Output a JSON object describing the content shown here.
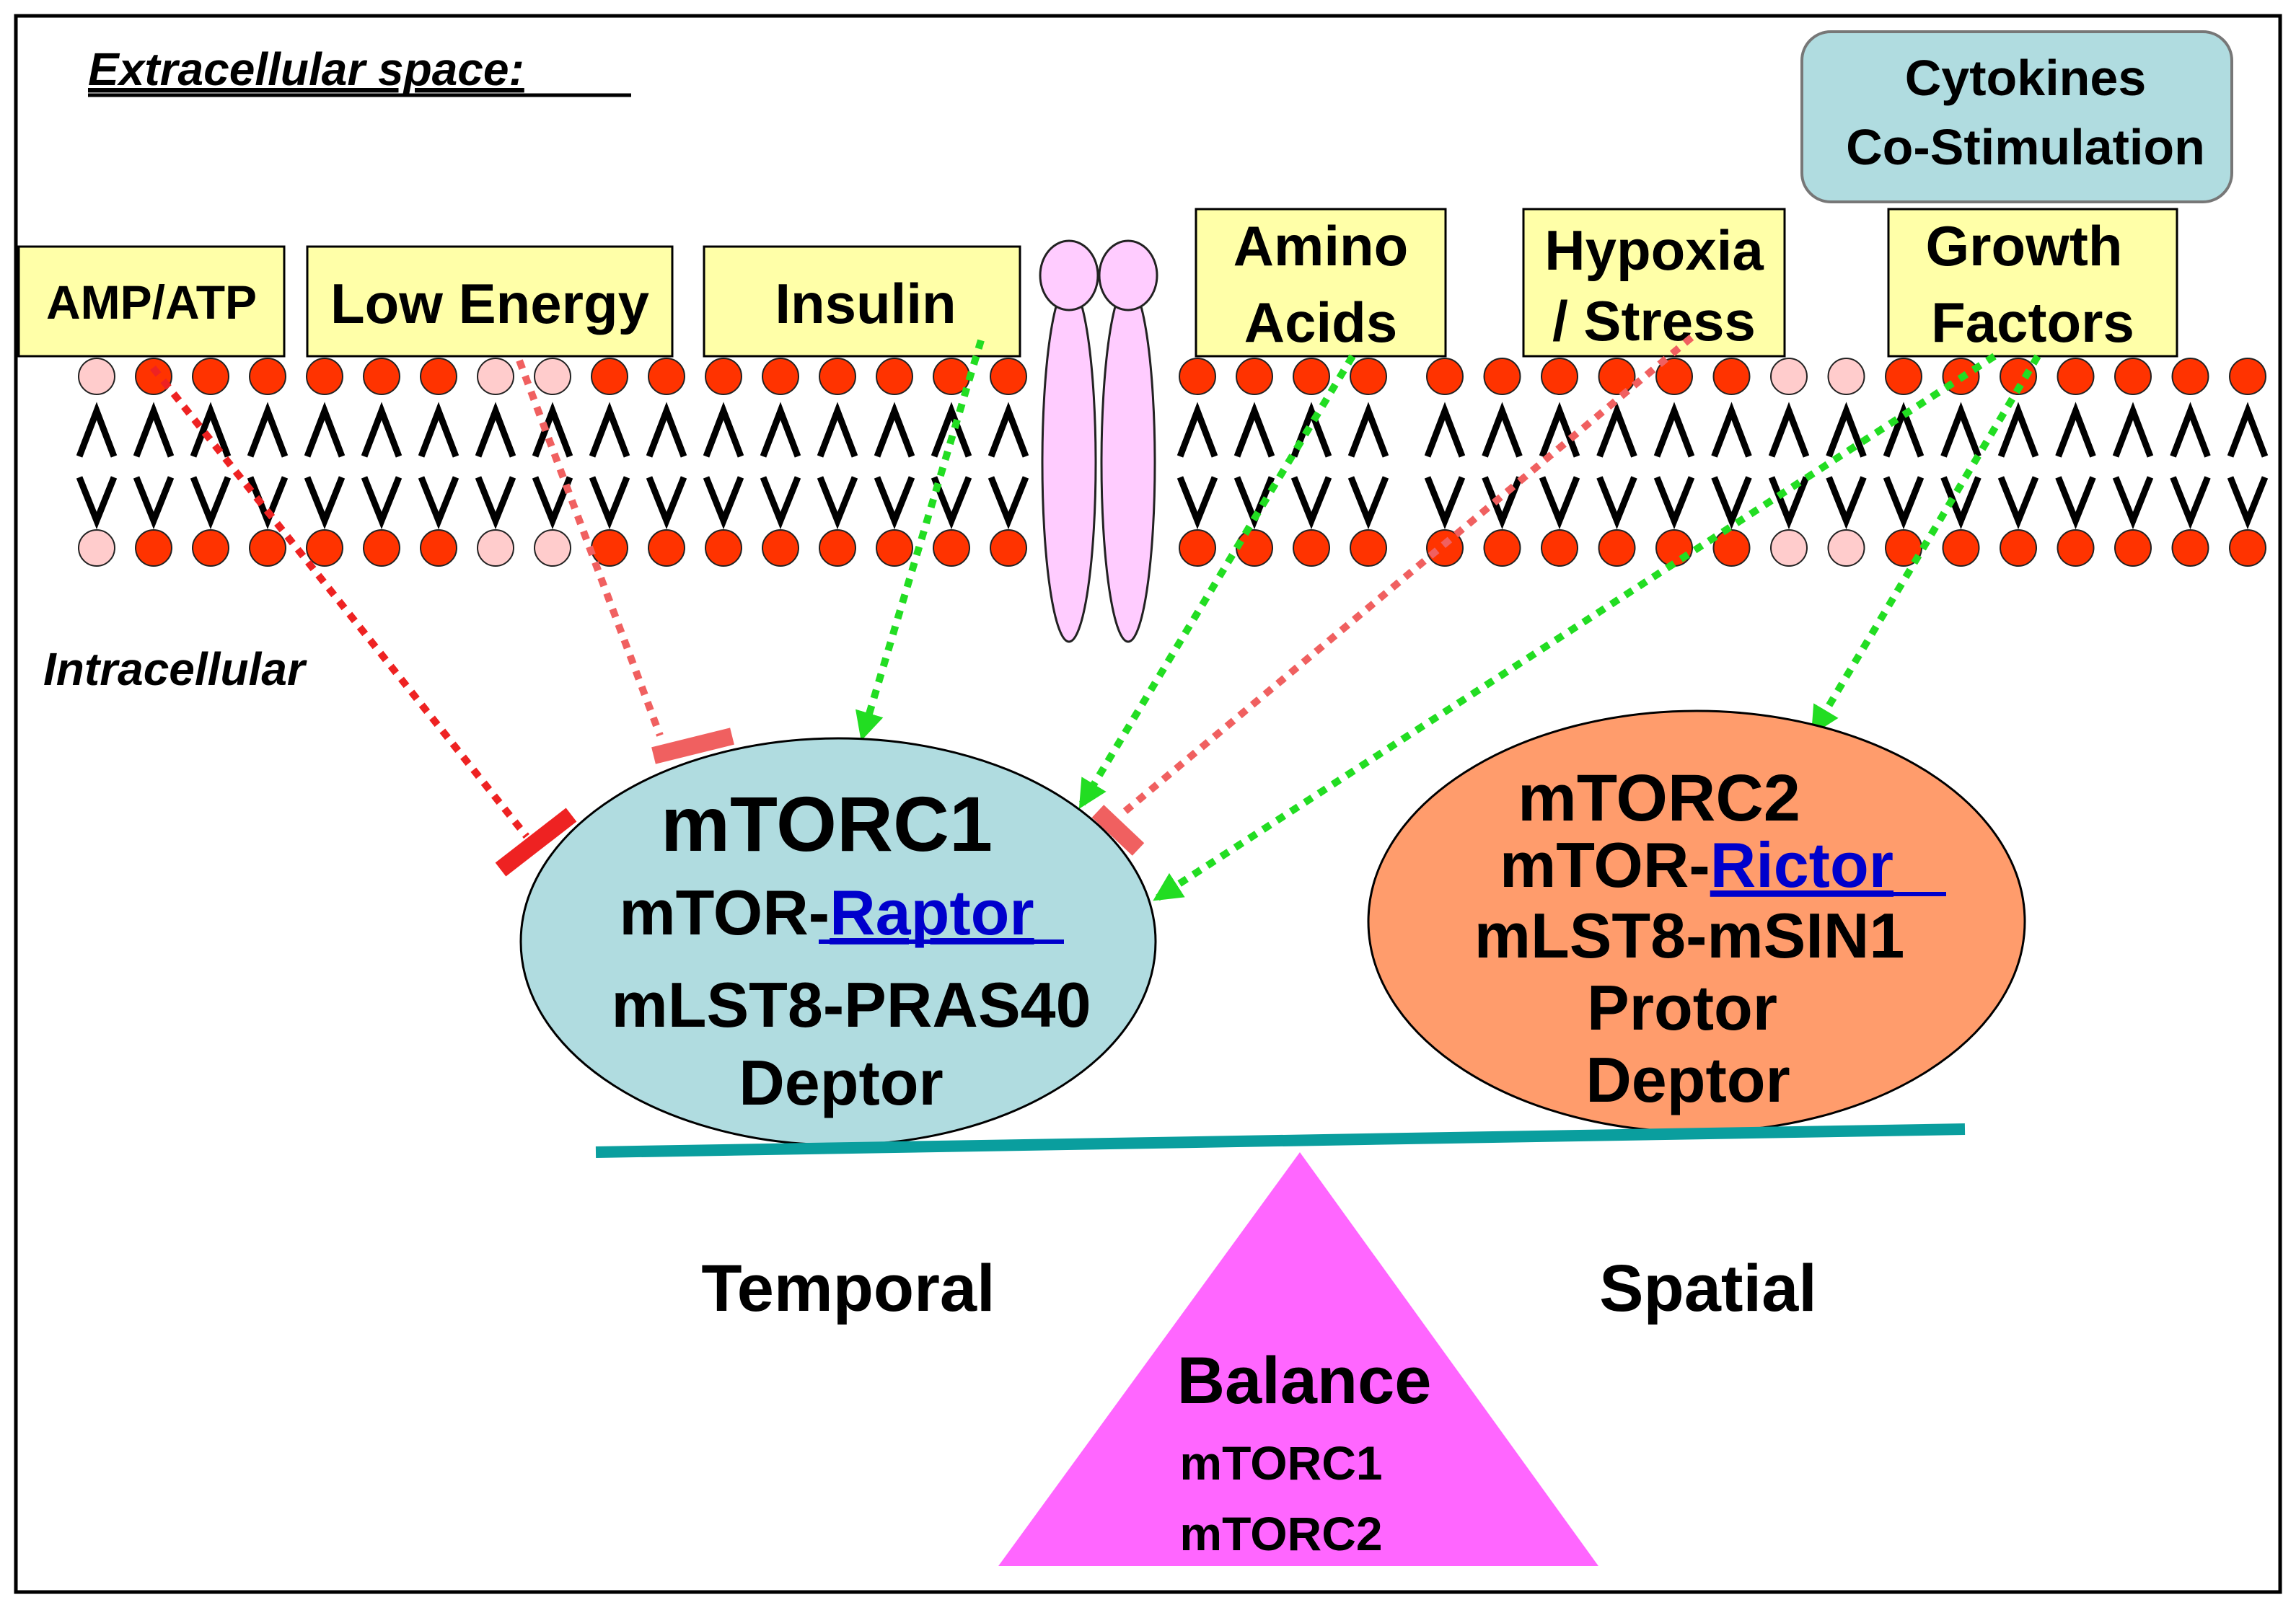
{
  "labels": {
    "extracellular": "Extracellular space:",
    "intracellular": "Intracellular",
    "temporal": "Temporal",
    "spatial": "Spatial"
  },
  "signals": [
    {
      "id": "amp",
      "lines": [
        "AMP/ATP"
      ],
      "effect": "inhibit",
      "target": "mTORC1"
    },
    {
      "id": "low-energy",
      "lines": [
        "Low Energy"
      ],
      "effect": "inhibit",
      "target": "mTORC1"
    },
    {
      "id": "insulin",
      "lines": [
        "Insulin"
      ],
      "effect": "activate",
      "target": "mTORC1"
    },
    {
      "id": "amino-acids",
      "lines": [
        "Amino",
        "Acids"
      ],
      "effect": "activate",
      "target": "mTORC1"
    },
    {
      "id": "hypoxia",
      "lines": [
        "Hypoxia",
        "/ Stress"
      ],
      "effect": "inhibit",
      "target": "mTORC1"
    },
    {
      "id": "growth-factors",
      "lines": [
        "Growth",
        "Factors"
      ],
      "effect": "activate",
      "target": "mTORC1 and mTORC2"
    }
  ],
  "cytokines": {
    "lines": [
      "Cytokines",
      "Co-Stimulation"
    ]
  },
  "mtorc1": {
    "title": "mTORC1",
    "line2_prefix": "mTOR-",
    "line2_link": "Raptor",
    "line3": "mLST8-PRAS40",
    "line4": "Deptor"
  },
  "mtorc2": {
    "title": "mTORC2",
    "line2_prefix": "mTOR-",
    "line2_link": "Rictor",
    "line3": "mLST8-mSIN1",
    "line4": "Protor",
    "line5": "Deptor"
  },
  "balance": {
    "title": "Balance",
    "line1": "mTORC1",
    "line2": "mTORC2"
  },
  "colors": {
    "signal_box": "#FFFFA8",
    "cytokine_box": "#B0DCE0",
    "mtorc1_fill": "#B0DCE0",
    "mtorc2_fill": "#FF9C6C",
    "balance_fill": "#FF66FF",
    "beam": "#0A9E9E",
    "lipid_head": "#FF3300",
    "lipid_head_light": "#FFCCCC",
    "receptor": "#FFCCFF",
    "activate_arrow": "#22DD22",
    "inhibit_arrow": "#EE2222",
    "inhibit_bar": "#F06060",
    "link": "#0000CC"
  }
}
